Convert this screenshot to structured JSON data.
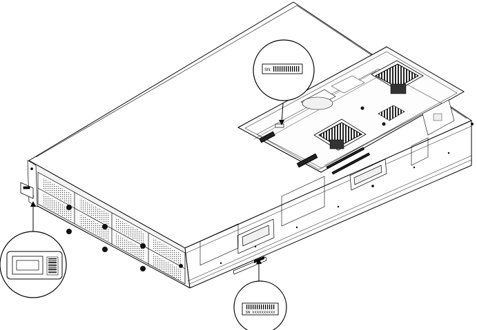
{
  "callouts": {
    "top": {
      "serial_prefix": "SN:"
    },
    "bottom": {
      "serial_text": "SN: XXXXXXXXXX"
    },
    "left": {
      "description": "front pull-out tag label"
    }
  }
}
